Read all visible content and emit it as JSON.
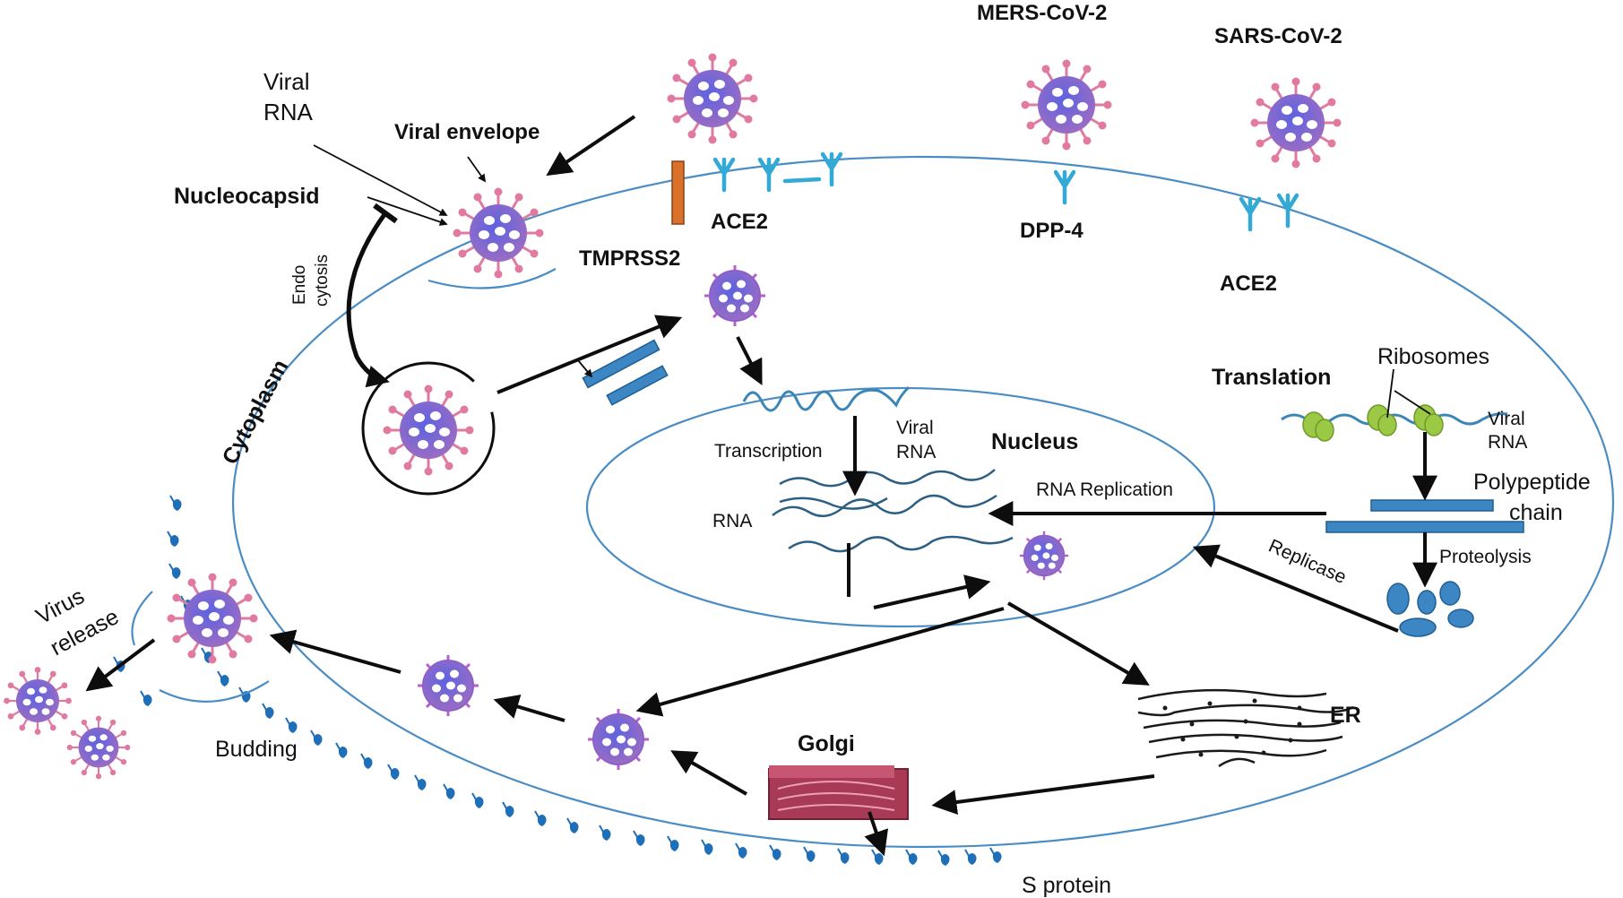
{
  "labels": {
    "mers": "MERS-CoV-2",
    "sars": "SARS-CoV-2",
    "viral_rna_top_1": "Viral",
    "viral_rna_top_2": "RNA",
    "viral_envelope": "Viral envelope",
    "nucleocapsid": "Nucleocapsid",
    "endo_1": "Endo",
    "endo_2": "cytosis",
    "ace2_left": "ACE2",
    "tmprss2": "TMPRSS2",
    "dpp4": "DPP-4",
    "ace2_right": "ACE2",
    "ribosomes": "Ribosomes",
    "translation": "Translation",
    "viral_rna_ribo_1": "Viral",
    "viral_rna_ribo_2": "RNA",
    "polypeptide_1": "Polypeptide",
    "polypeptide_2": "chain",
    "proteolysis": "Proteolysis",
    "replicase": "Replicase",
    "cytoplasm": "Cytoplasm",
    "transcription": "Transcription",
    "viral_rna_nuc_1": "Viral",
    "viral_rna_nuc_2": "RNA",
    "nucleus": "Nucleus",
    "rna_replication": "RNA Replication",
    "rna": "RNA",
    "virus_release_1": "Virus",
    "virus_release_2": "release",
    "budding": "Budding",
    "golgi": "Golgi",
    "er": "ER",
    "s_protein": "S protein"
  },
  "colors": {
    "membrane": "#4a8cc4",
    "virus_body": "#7b6fd0",
    "virus_spike": "#e07aa0",
    "receptor": "#33a9d6",
    "tmprss2": "#d9712b",
    "ribosome": "#9bc845",
    "golgi": "#a83a55"
  }
}
